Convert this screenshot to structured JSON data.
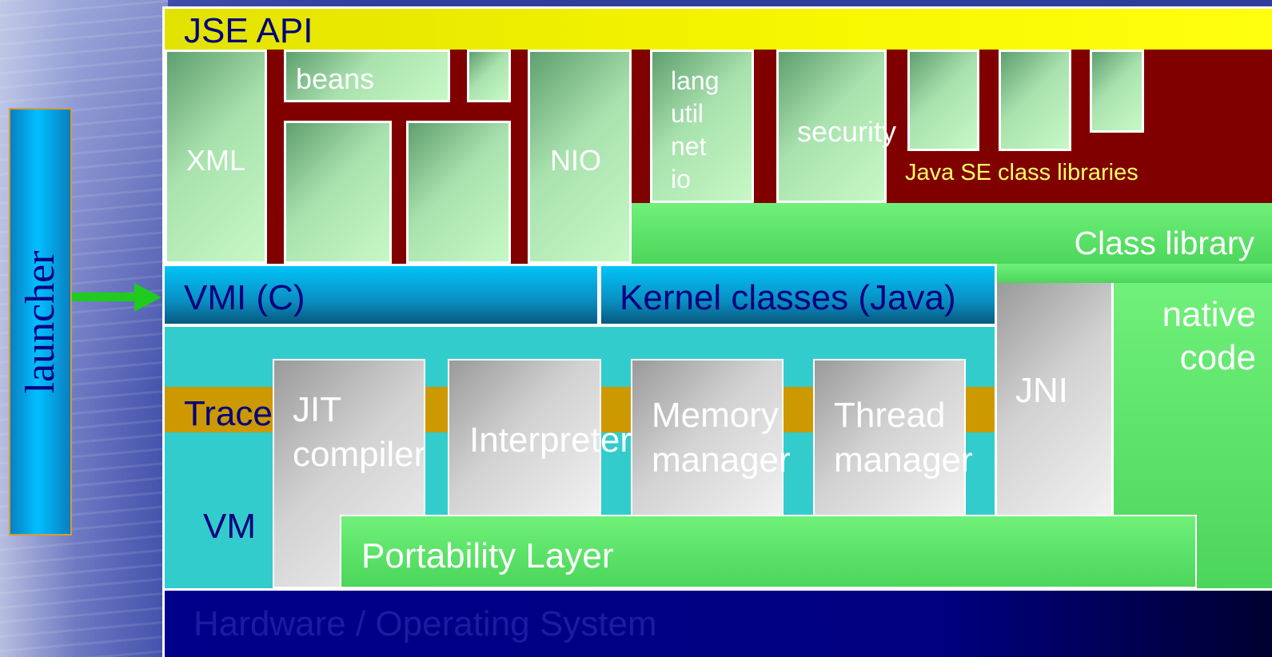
{
  "launcher": {
    "label": "launcher"
  },
  "api": {
    "label": "JSE API"
  },
  "libs": {
    "xml": "XML",
    "beans": "beans",
    "nio": "NIO",
    "lang_lines": [
      "lang",
      "util",
      "net",
      "io"
    ],
    "security": "security",
    "class_libraries": "Java SE class libraries",
    "class_library": "Class library"
  },
  "vmi": "VMI (C)",
  "kernel": "Kernel classes (Java)",
  "trace": "Trace",
  "vm": "VM",
  "jit": [
    "JIT",
    "compiler"
  ],
  "interpreter": "Interpreter",
  "memory": [
    "Memory",
    "manager"
  ],
  "thread": [
    "Thread",
    "manager"
  ],
  "jni": "JNI",
  "native": [
    "native",
    "code"
  ],
  "portability": "Portability Layer",
  "hardware": "Hardware / Operating System",
  "colors": {
    "api": "#f2f200",
    "maroon": "#800000",
    "cyan": "#33cccc",
    "green": "#4cd65a",
    "trace": "#cc9900",
    "hardware": "#000080",
    "dark_text": "#000080",
    "light_text": "#ffffff",
    "libs_text": "#ffff66"
  }
}
